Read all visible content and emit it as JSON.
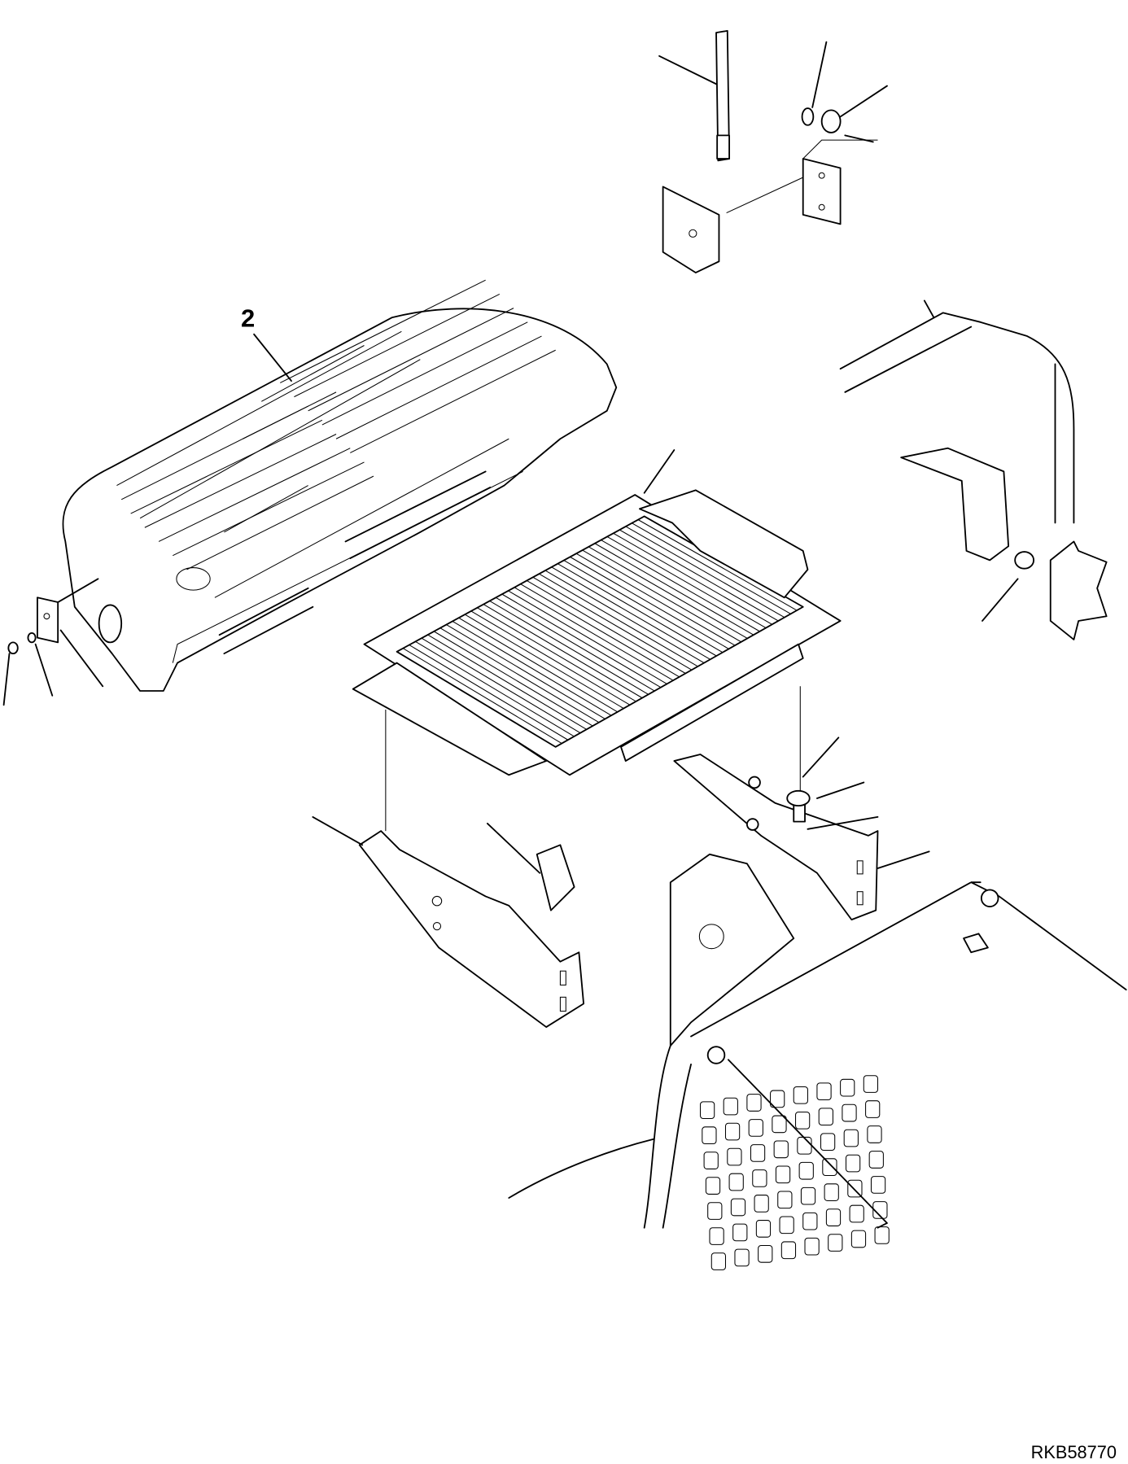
{
  "diagram": {
    "callouts": [
      {
        "label": "2",
        "part": "cover"
      }
    ],
    "drawing_code": "RKB58770",
    "stroke_color": "#000000",
    "background_color": "#ffffff"
  }
}
